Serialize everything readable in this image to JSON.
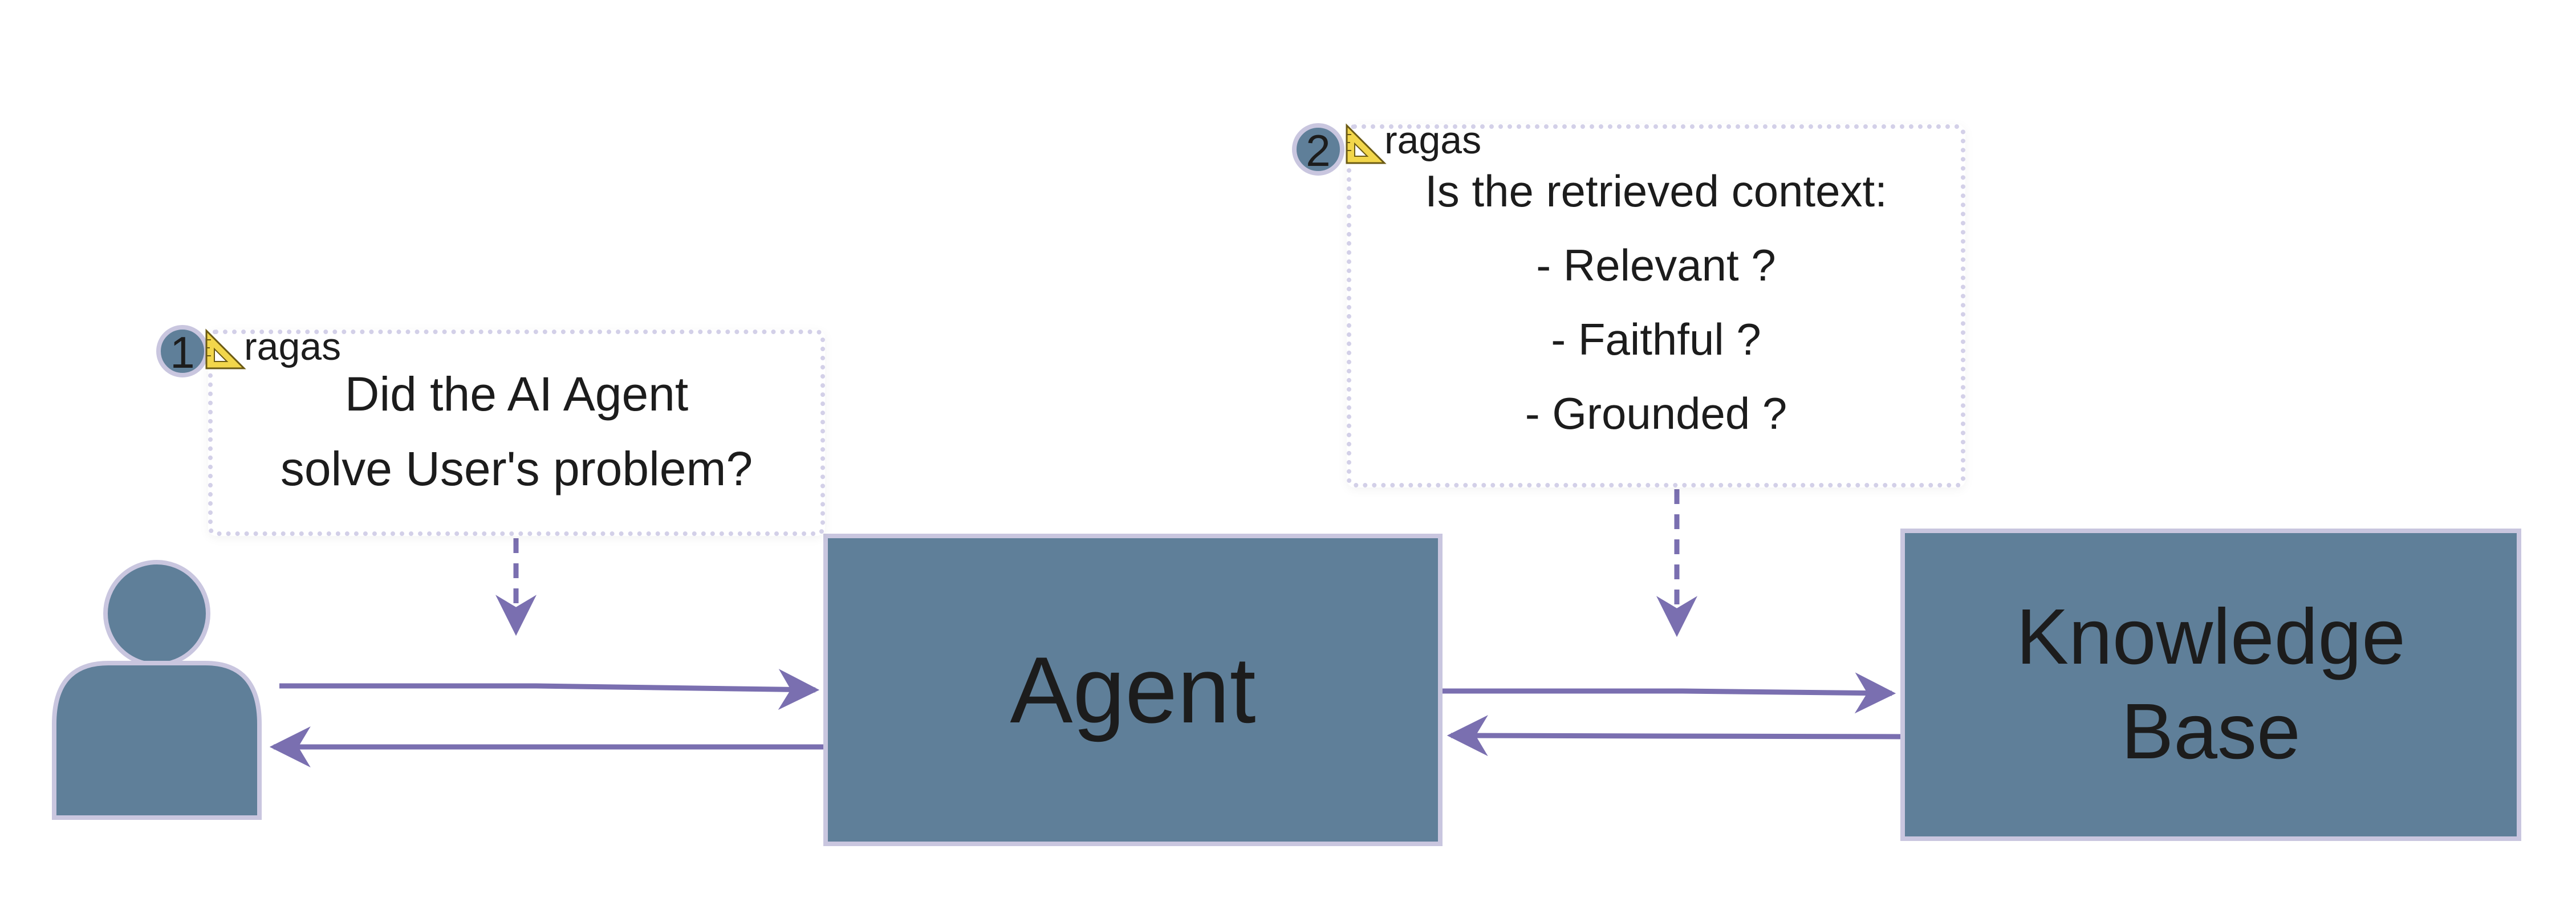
{
  "nodes": {
    "agent": {
      "label": "Agent"
    },
    "knowledge_base": {
      "lines": [
        "Knowledge",
        "Base"
      ]
    }
  },
  "annotations": [
    {
      "badge": "1",
      "brand": "ragas",
      "lines": [
        "Did the AI Agent",
        "solve User's problem?"
      ]
    },
    {
      "badge": "2",
      "brand": "ragas",
      "lines": [
        "Is the retrieved context:",
        "- Relevant ?",
        "- Faithful ?",
        "- Grounded ?"
      ]
    }
  ],
  "icons": {
    "user": "user-icon",
    "ruler": "triangle-ruler-icon"
  },
  "colors": {
    "node_fill": "#5f7f99",
    "node_border": "#c9c6df",
    "arrow": "#7a6fb0",
    "note_border": "#d3d0e8",
    "ruler": "#f2d64b"
  }
}
